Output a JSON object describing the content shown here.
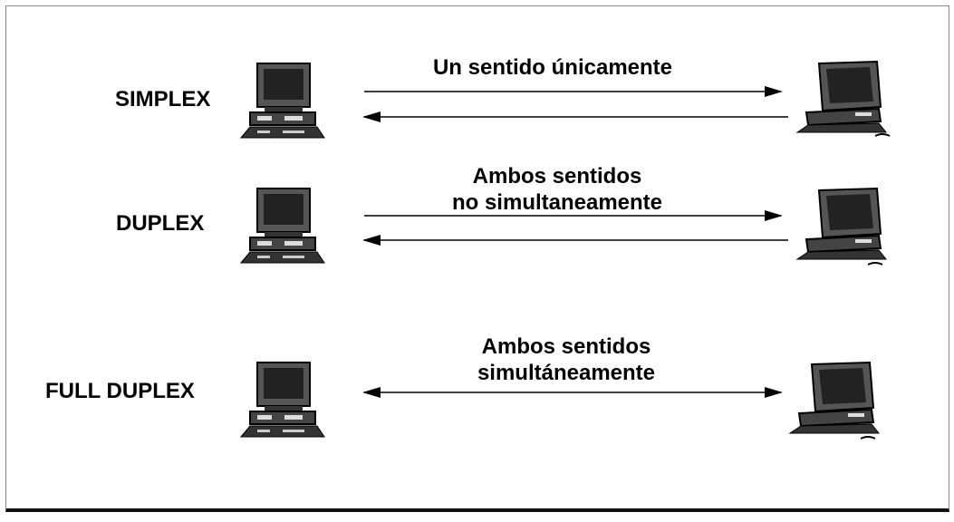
{
  "modes": [
    {
      "name": "SIMPLEX",
      "caption_lines": [
        "Un sentido únicamente"
      ]
    },
    {
      "name": "DUPLEX",
      "caption_lines": [
        "Ambos sentidos",
        "no simultaneamente"
      ]
    },
    {
      "name": "FULL DUPLEX",
      "caption_lines": [
        "Ambos sentidos",
        "simultáneamente"
      ]
    }
  ],
  "icons": {
    "computer": "desktop-computer-icon"
  }
}
